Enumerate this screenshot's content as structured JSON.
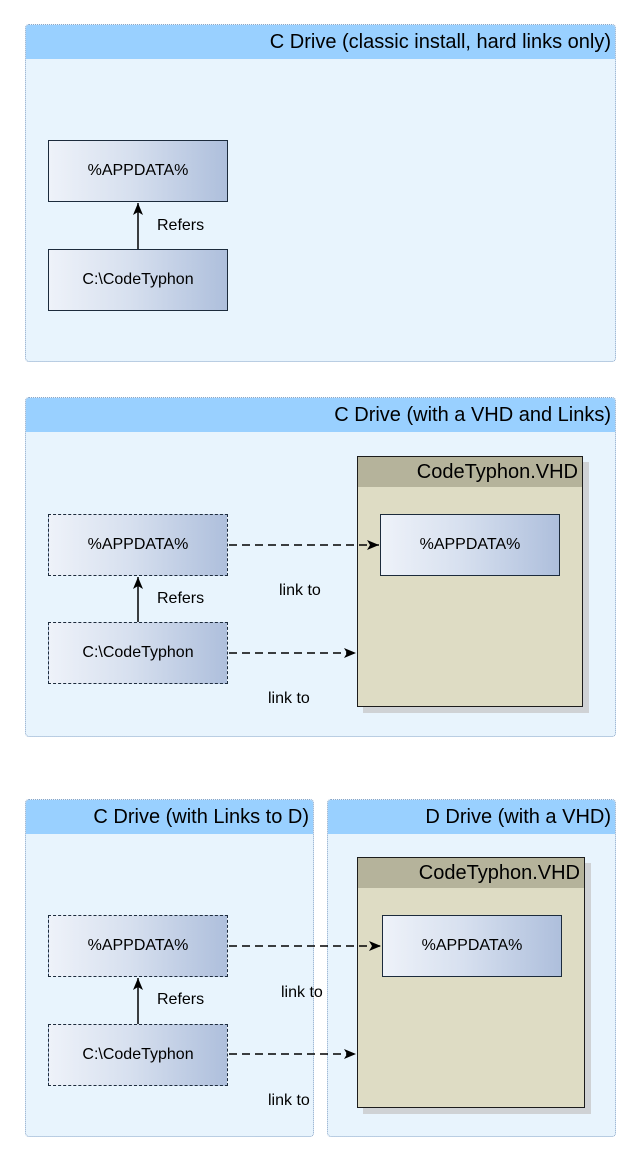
{
  "section1": {
    "title": "C Drive (classic install, hard links only)",
    "appdata_node": "%APPDATA%",
    "codetyphon_node": "C:\\CodeTyphon",
    "refers_label": "Refers"
  },
  "section2": {
    "title": "C Drive (with a VHD and Links)",
    "appdata_node": "%APPDATA%",
    "codetyphon_node": "C:\\CodeTyphon",
    "refers_label": "Refers",
    "link_label_1": "link to",
    "link_label_2": "link to",
    "vhd_title": "CodeTyphon.VHD",
    "vhd_appdata_node": "%APPDATA%"
  },
  "section3": {
    "c_title": "C Drive (with Links to D)",
    "d_title": "D Drive (with a VHD)",
    "appdata_node": "%APPDATA%",
    "codetyphon_node": "C:\\CodeTyphon",
    "refers_label": "Refers",
    "link_label_1": "link to",
    "link_label_2": "link to",
    "vhd_title": "CodeTyphon.VHD",
    "vhd_appdata_node": "%APPDATA%"
  }
}
